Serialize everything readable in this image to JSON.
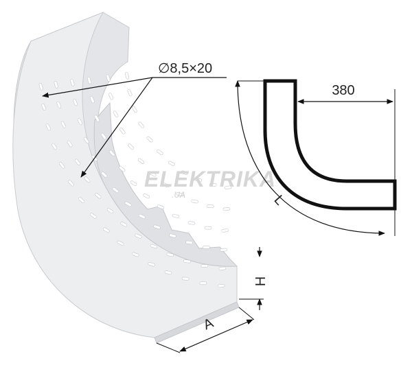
{
  "figure": {
    "hole_size": "∅8,5×20",
    "dims": {
      "straight_length": "380",
      "arc_length": "L",
      "height": "H",
      "width": "A"
    },
    "watermark": {
      "brand": "ELEKTRIKA",
      "domain": ".UA"
    },
    "colors": {
      "tray_fill": "#e9eaec",
      "tray_shade": "#d4d6da",
      "slot": "#ffffff",
      "outline": "#111111",
      "watermark": "#d6d6d6"
    }
  }
}
